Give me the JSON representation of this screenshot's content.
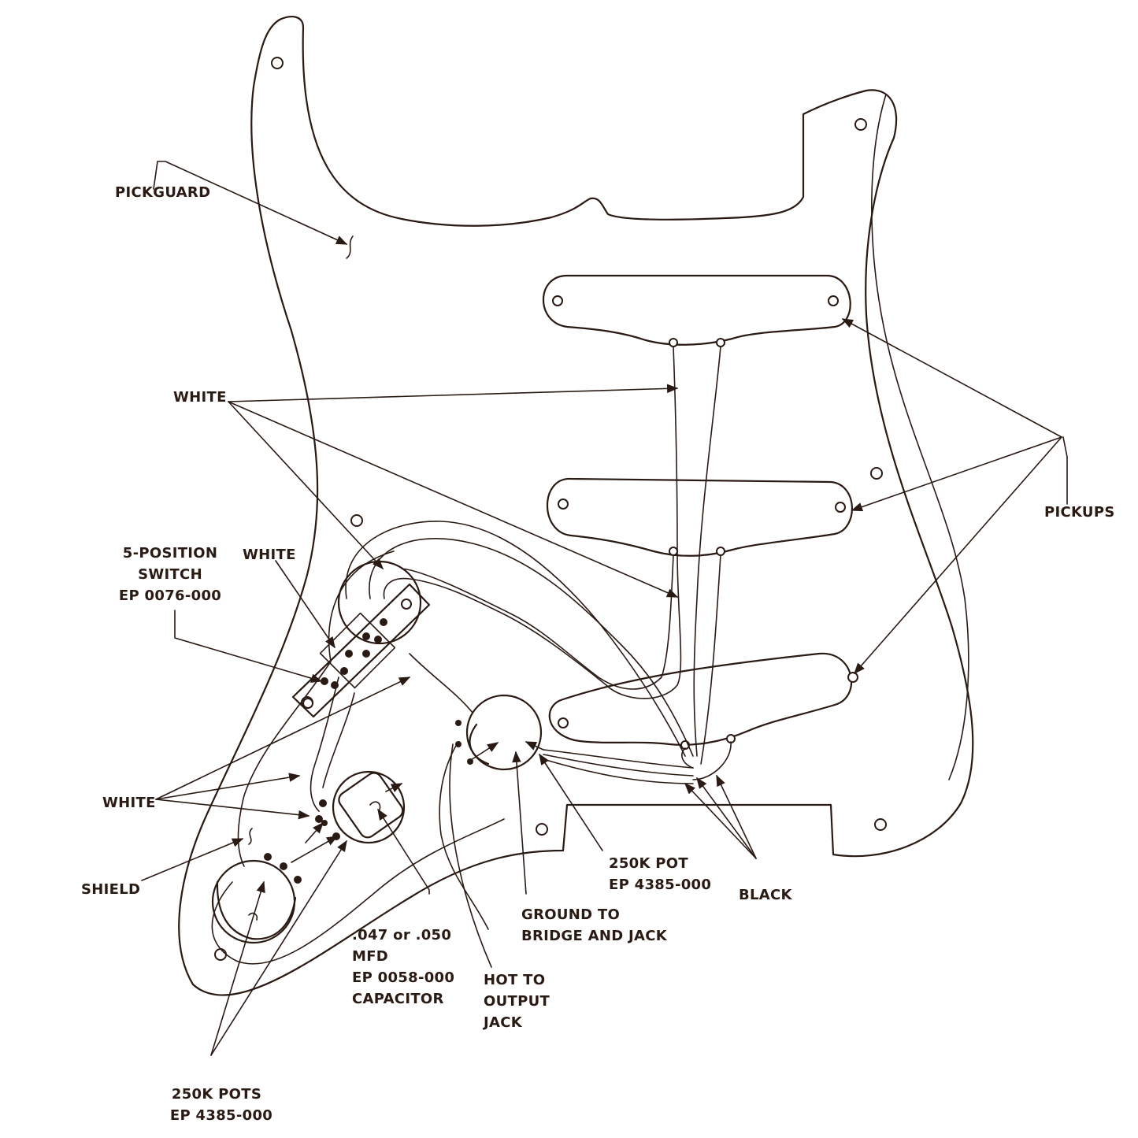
{
  "labels": {
    "pickguard": "PICKGUARD",
    "white_top": "WHITE",
    "switch": [
      "5-POSITION",
      "SWITCH",
      "EP 0076-000"
    ],
    "white_switch": "WHITE",
    "pickups": "PICKUPS",
    "white_bottom": "WHITE",
    "shield": "SHIELD",
    "pot_middle": [
      "250K POT",
      "EP 4385-000"
    ],
    "black": "BLACK",
    "ground": [
      "GROUND TO",
      "BRIDGE AND JACK"
    ],
    "capacitor": [
      ".047 or .050",
      "MFD",
      "EP 0058-000",
      "CAPACITOR"
    ],
    "hot": [
      "HOT TO",
      "OUTPUT",
      "JACK"
    ],
    "pots_bottom": [
      "250K POTS",
      "EP 4385-000"
    ]
  },
  "colors": {
    "ink": "#2a1a14",
    "paper": "#ffffff"
  }
}
